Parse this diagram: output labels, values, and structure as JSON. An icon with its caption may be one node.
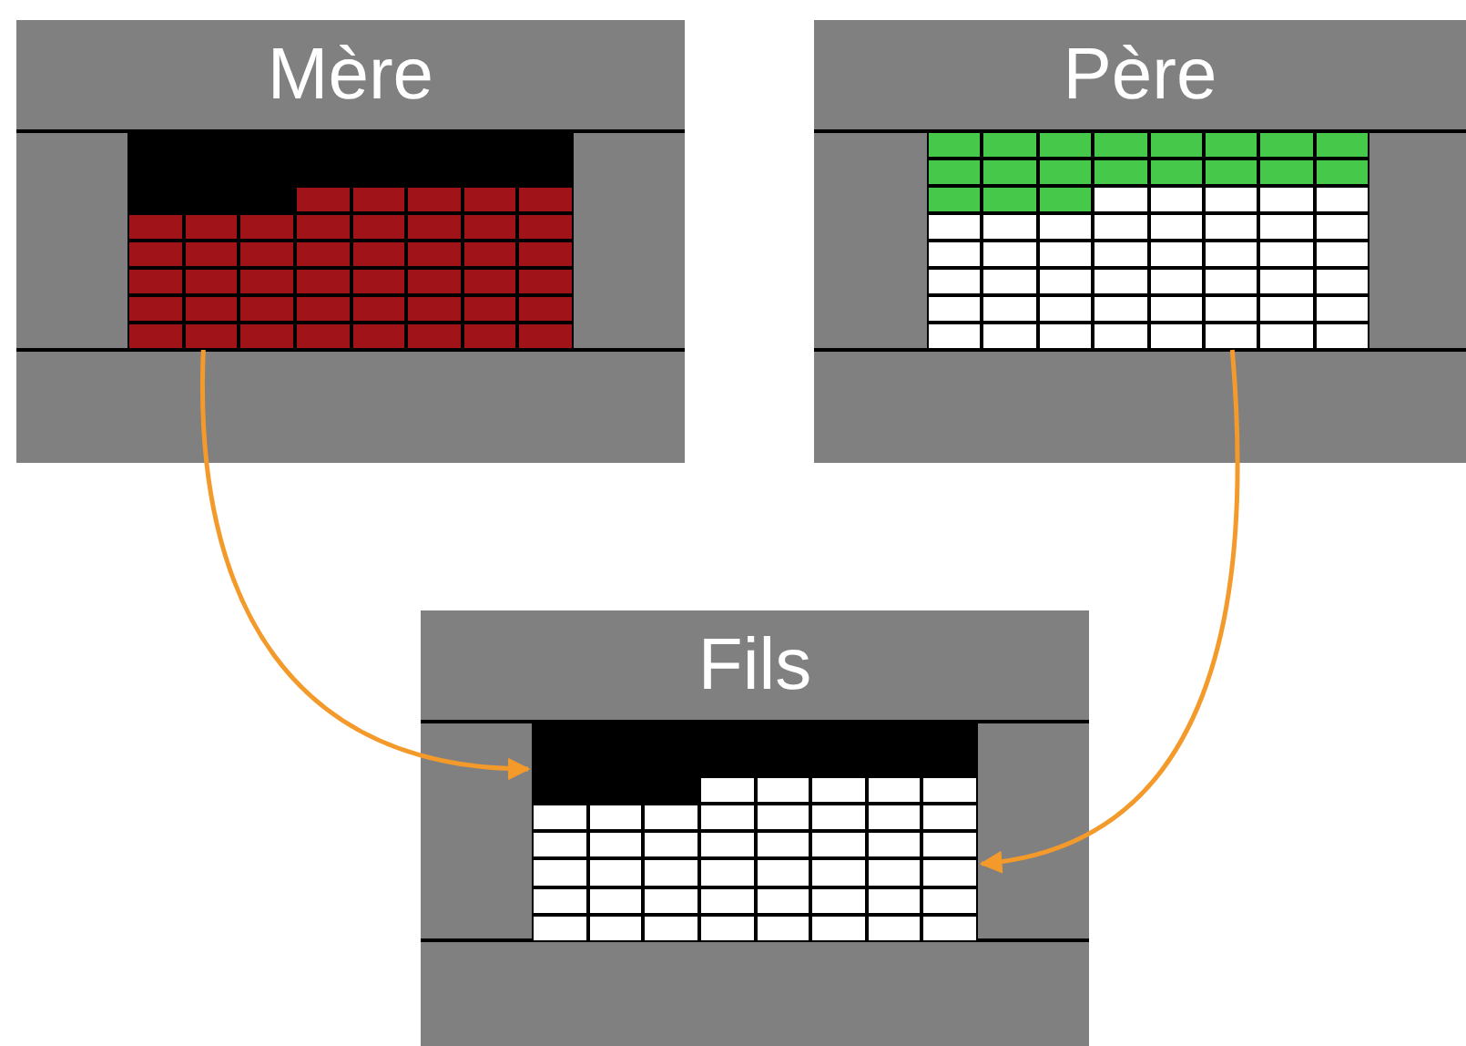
{
  "diagram": {
    "nodes": [
      {
        "text": [
          "Mère"
        ]
      },
      {
        "text": [],
        "shape": "box",
        "in": 0
      },
      {
        "text": [
          "Père"
        ]
      },
      {
        "text": [],
        "shape": "box",
        "in": 2
      },
      {
        "text": [
          "Fils"
        ]
      },
      {
        "text": [],
        "shape": "box",
        "in": 4
      }
    ],
    "edges": [
      {
        "from": 1,
        "to": 5,
        "arrow": "to"
      },
      {
        "from": 3,
        "to": 5,
        "arrow": "to"
      }
    ]
  }
}
